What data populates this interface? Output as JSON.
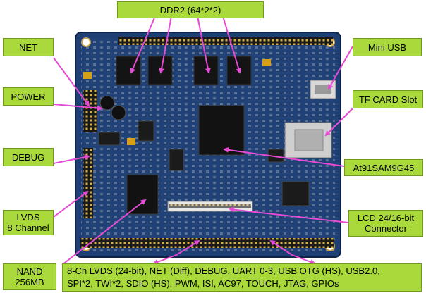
{
  "labels": {
    "ddr2": "DDR2 (64*2*2)",
    "net": "NET",
    "power": "POWER",
    "debug": "DEBUG",
    "lvds_line1": "LVDS",
    "lvds_line2": "8 Channel",
    "nand_line1": "NAND",
    "nand_line2": "256MB",
    "mini_usb": "Mini USB",
    "tf_card": "TF CARD Slot",
    "cpu": "At91SAM9G45",
    "lcd_line1": "LCD 24/16-bit",
    "lcd_line2": "Connector"
  },
  "features": {
    "line1": "8-Ch LVDS (24-bit), NET (Diff), DEBUG, UART 0-3, USB OTG (HS), USB2.0,",
    "line2": "SPI*2, TWI*2, SDIO (HS), PWM, ISI, AC97, TOUCH, JTAG, GPIOs"
  },
  "colors": {
    "label_fill": "#a9d93b",
    "arrow": "#e64ad6",
    "board": "#1e3f73"
  }
}
